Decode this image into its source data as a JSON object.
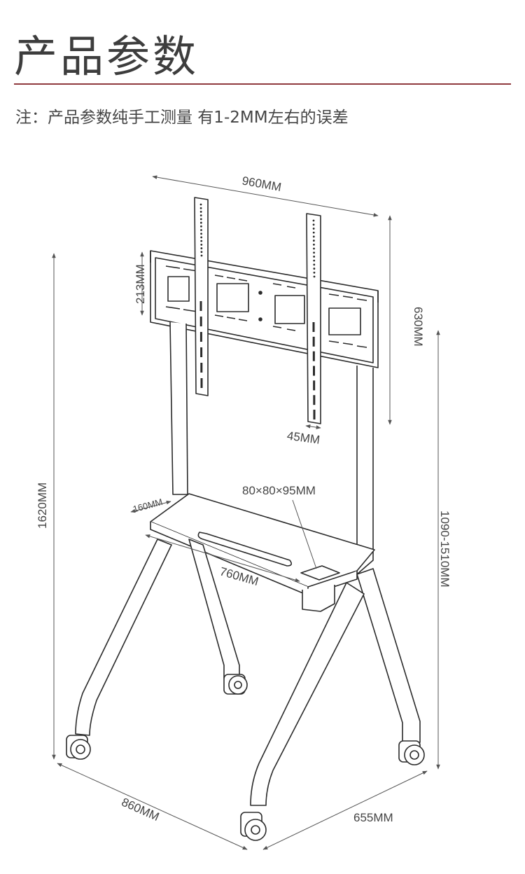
{
  "header": {
    "title": "产品参数",
    "note": "注：产品参数纯手工测量 有1-2MM左右的误差"
  },
  "colors": {
    "rule": "#8f3a3e",
    "line": "#2b2b2b",
    "dim_line": "#555555"
  },
  "dimensions": {
    "mount_width": "960MM",
    "mount_height": "630MM",
    "bracket_height": "213MM",
    "arm_width": "45MM",
    "total_height": "1620MM",
    "adjust_range": "1090-1510MM",
    "shelf_depth": "160MM",
    "shelf_width": "760MM",
    "box": "80×80×95MM",
    "base_length": "860MM",
    "base_width": "655MM"
  }
}
